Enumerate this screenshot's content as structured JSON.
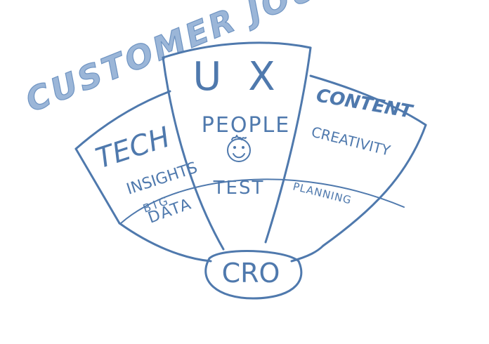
{
  "title": "CUSTOMER JOURNEY",
  "center": {
    "heading": "U X",
    "label": "PEOPLE",
    "sub": "TEST"
  },
  "left": {
    "heading": "TECH",
    "label": "INSIGHTS",
    "sub_line1": "BIG",
    "sub_line2": "DATA"
  },
  "right": {
    "heading": "CONTENT",
    "label": "CREATIVITY",
    "sub": "PLANNING"
  },
  "base": {
    "label": "CRO"
  },
  "colors": {
    "ink": "#4f79ad",
    "title_fill": "#9bb6d8"
  }
}
